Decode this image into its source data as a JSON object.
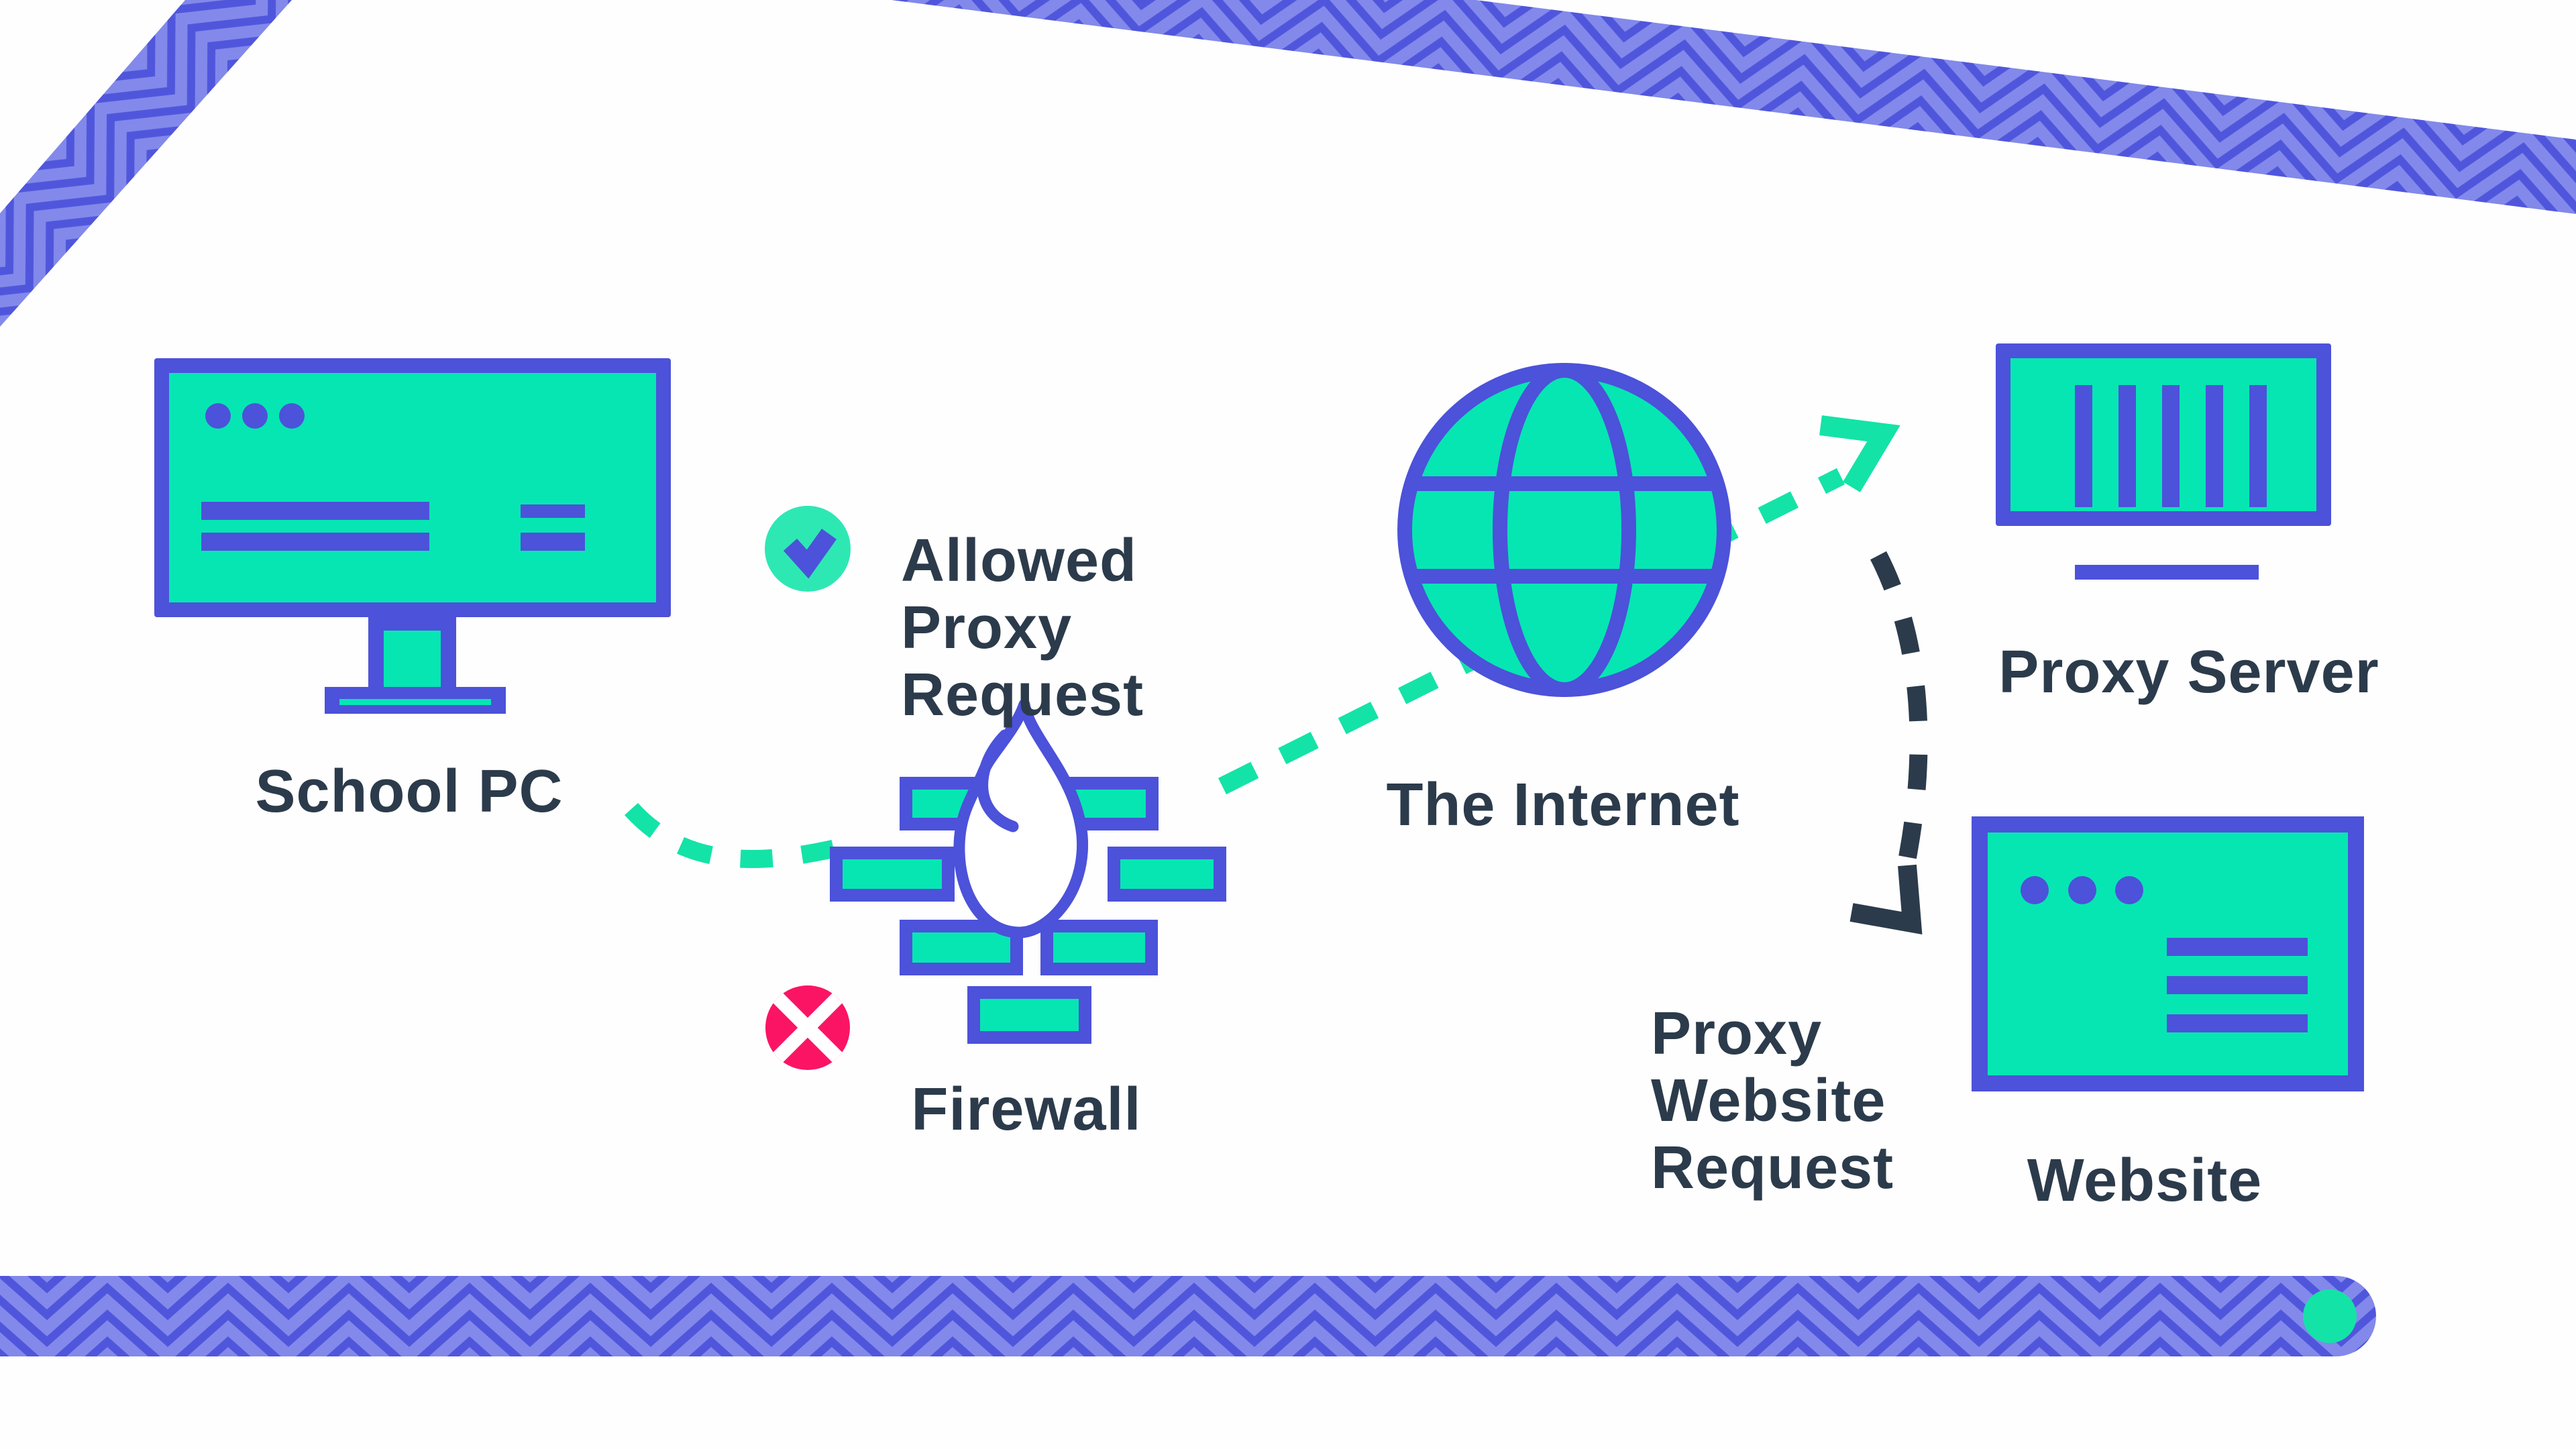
{
  "diagram_title": "",
  "nodes": {
    "school_pc": {
      "label": "School PC",
      "icon": "desktop-monitor-icon"
    },
    "firewall": {
      "label": "Firewall",
      "icon": "brick-wall-flame-icon"
    },
    "internet": {
      "label": "The Internet",
      "icon": "globe-icon"
    },
    "proxy_server": {
      "label": "Proxy Server",
      "icon": "server-icon"
    },
    "website": {
      "label": "Website",
      "icon": "browser-window-icon"
    }
  },
  "annotations": {
    "allowed_proxy_request": {
      "label": "Allowed\nProxy\nRequest",
      "badge": "check-circle-icon"
    },
    "blocked_request": {
      "badge": "cross-circle-icon"
    },
    "proxy_website_request": {
      "label": "Proxy\nWebsite\nRequest"
    }
  },
  "flows": [
    {
      "from": "school_pc",
      "to": "firewall",
      "style": "green-dashed-curve"
    },
    {
      "from": "firewall",
      "to": "proxy_server",
      "via": "internet",
      "style": "green-dashed-arrow"
    },
    {
      "from": "proxy_server",
      "to": "website",
      "style": "navy-dashed-arrow"
    }
  ],
  "colors": {
    "background": "#fefefe",
    "icon_green": "#06e6b3",
    "dash_green": "#14e3a7",
    "icon_purple": "#4c52d9",
    "band_purple": "#5056dc",
    "band_stripe": "#8289ea",
    "text_navy": "#2c3b4b",
    "blocked_pink": "#fb1464",
    "flame_white": "#ffffff"
  },
  "decorations": [
    "diagonal-pattern-band-top-left",
    "diagonal-pattern-band-top-right",
    "pattern-band-bottom",
    "green-dot-bottom-right"
  ]
}
